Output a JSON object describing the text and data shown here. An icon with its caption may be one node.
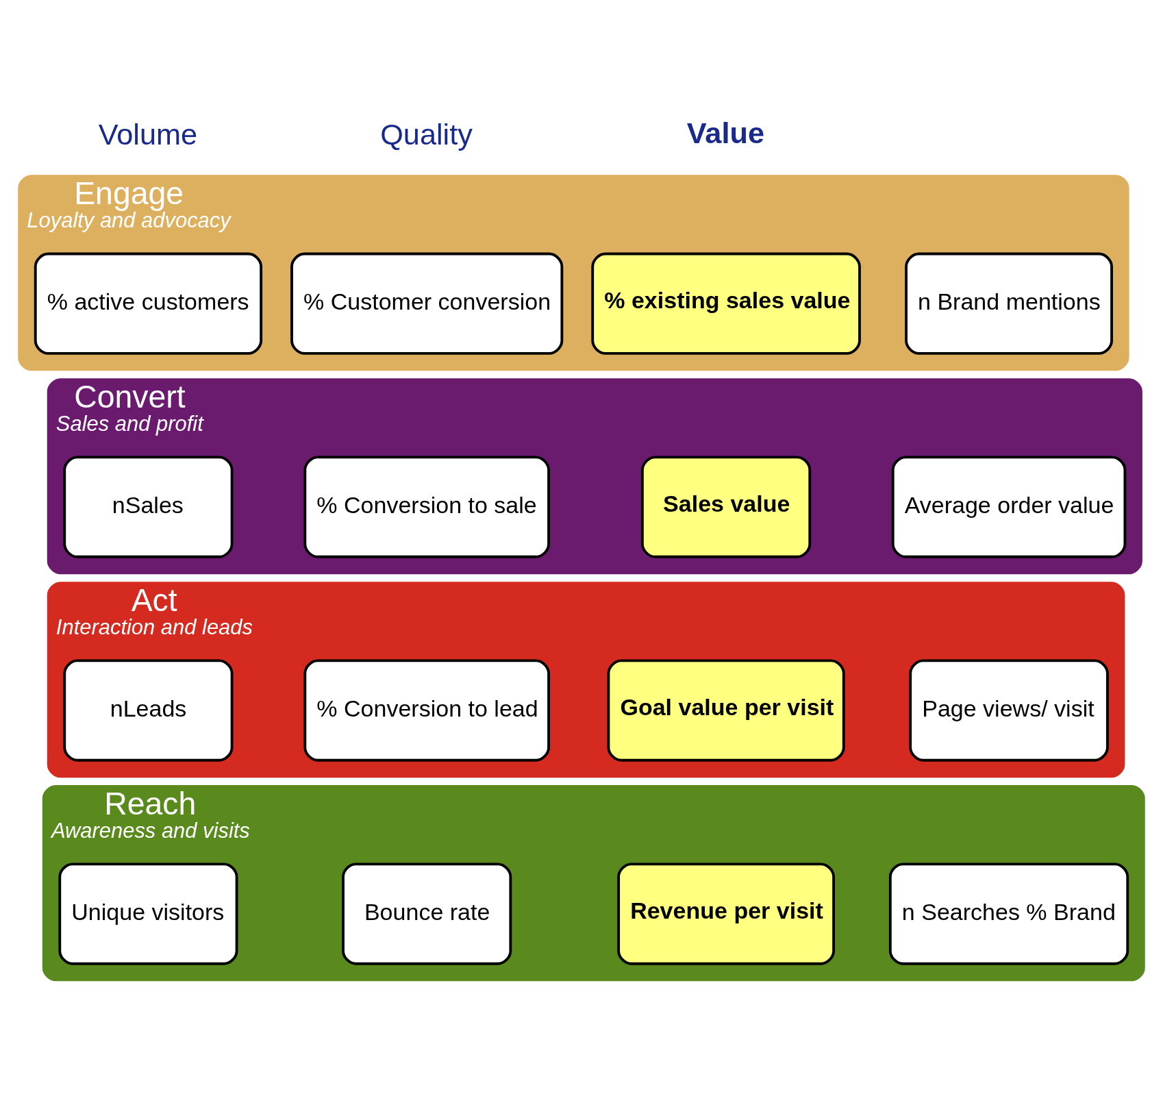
{
  "diagram": {
    "nodes": [
      {
        "text": [
          "Reach",
          "Awareness and visits"
        ]
      },
      {
        "text": [
          "Unique visitors"
        ],
        "in": 0
      },
      {
        "text": [
          "Bounce rate"
        ],
        "in": 0
      },
      {
        "text": [
          "Revenue per visit"
        ],
        "in": 0
      },
      {
        "text": [
          "n Searches % Brand"
        ],
        "in": 0
      },
      {
        "text": [
          "Act",
          "Interaction and leads"
        ]
      },
      {
        "text": [
          "nLeads"
        ],
        "in": 5
      },
      {
        "text": [
          "% Conversion to lead"
        ],
        "in": 5
      },
      {
        "text": [
          "Goal value per visit"
        ],
        "in": 5
      },
      {
        "text": [
          "Page views/ visit"
        ],
        "in": 5
      },
      {
        "text": [
          "Convert",
          "Sales and profit"
        ]
      },
      {
        "text": [
          "nSales"
        ],
        "in": 10
      },
      {
        "text": [
          "% Conversion to sale"
        ],
        "in": 10
      },
      {
        "text": [
          "Sales value"
        ],
        "in": 10
      },
      {
        "text": [
          "Average order value"
        ],
        "in": 10
      },
      {
        "text": [
          "Engage",
          "Loyalty and advocacy"
        ]
      },
      {
        "text": [
          "% active customers"
        ],
        "in": 15
      },
      {
        "text": [
          "% Customer conversion"
        ],
        "in": 15
      },
      {
        "text": [
          "% existing sales value"
        ],
        "in": 15
      },
      {
        "text": [
          "n Brand mentions"
        ],
        "in": 15
      }
    ],
    "edges": [],
    "labels": [
      "Volume",
      "Quality",
      "Value"
    ]
  }
}
